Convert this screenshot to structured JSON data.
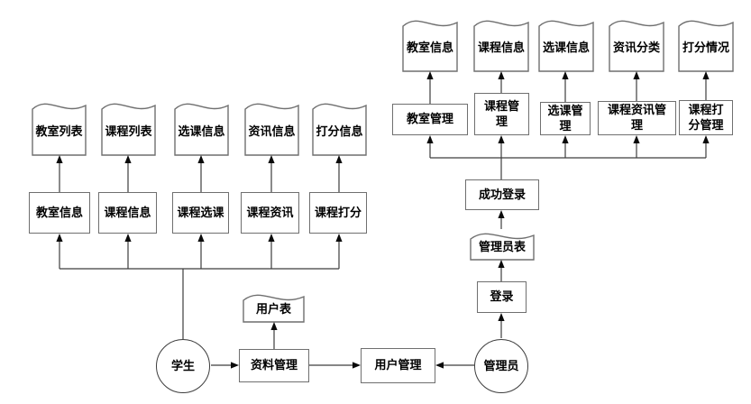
{
  "colors": {
    "line": "#3d3d3d",
    "shape_border": "#6f6f6f",
    "arrow_fill": "#0a0a0a",
    "text": "#000000",
    "background": "#ffffff"
  },
  "diagram": {
    "left": {
      "stores": [
        "教室列表",
        "课程列表",
        "选课信息",
        "资讯信息",
        "打分信息"
      ],
      "processes": [
        "教室信息",
        "课程信息",
        "课程选课",
        "课程资讯",
        "课程打分"
      ],
      "actor": "学生"
    },
    "right": {
      "stores": [
        "教室信息",
        "课程信息",
        "选课信息",
        "资讯分类",
        "打分情况"
      ],
      "processes": [
        "教室管理",
        "课程管\n理",
        "选课管\n理",
        "课程资讯管\n理",
        "课程打\n分管理"
      ],
      "login_chain": {
        "success": "成功登录",
        "admin_table": "管理员表",
        "login": "登录",
        "actor": "管理员"
      }
    },
    "bottom": {
      "user_table": "用户表",
      "profile_process": "资料管理",
      "user_process": "用户管理"
    }
  }
}
